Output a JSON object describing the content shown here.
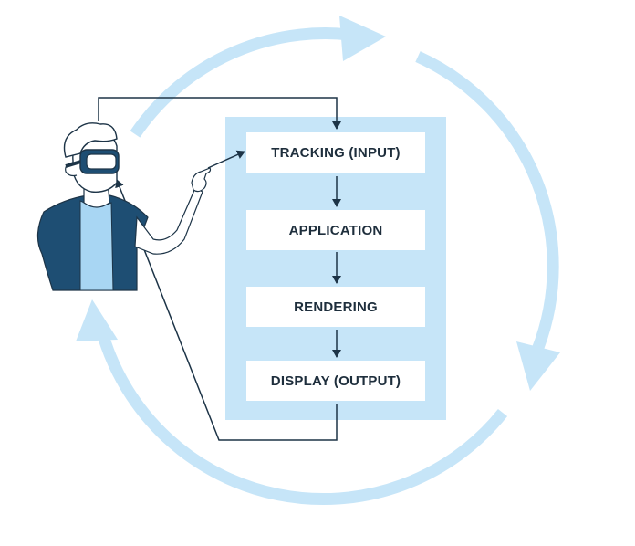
{
  "stages": [
    {
      "label": "TRACKING (INPUT)"
    },
    {
      "label": "APPLICATION"
    },
    {
      "label": "RENDERING"
    },
    {
      "label": "DISPLAY (OUTPUT)"
    }
  ],
  "colors": {
    "cycle": "#c6e5f8",
    "panel": "#c6e5f8",
    "box": "#ffffff",
    "text": "#1e2e3c",
    "line": "#1d3447",
    "shirt": "#1e4e73",
    "tshirt": "#a8d6f3"
  },
  "icons": {
    "user": "vr-headset-user-icon",
    "cycle": "circular-cycle-arrows"
  }
}
